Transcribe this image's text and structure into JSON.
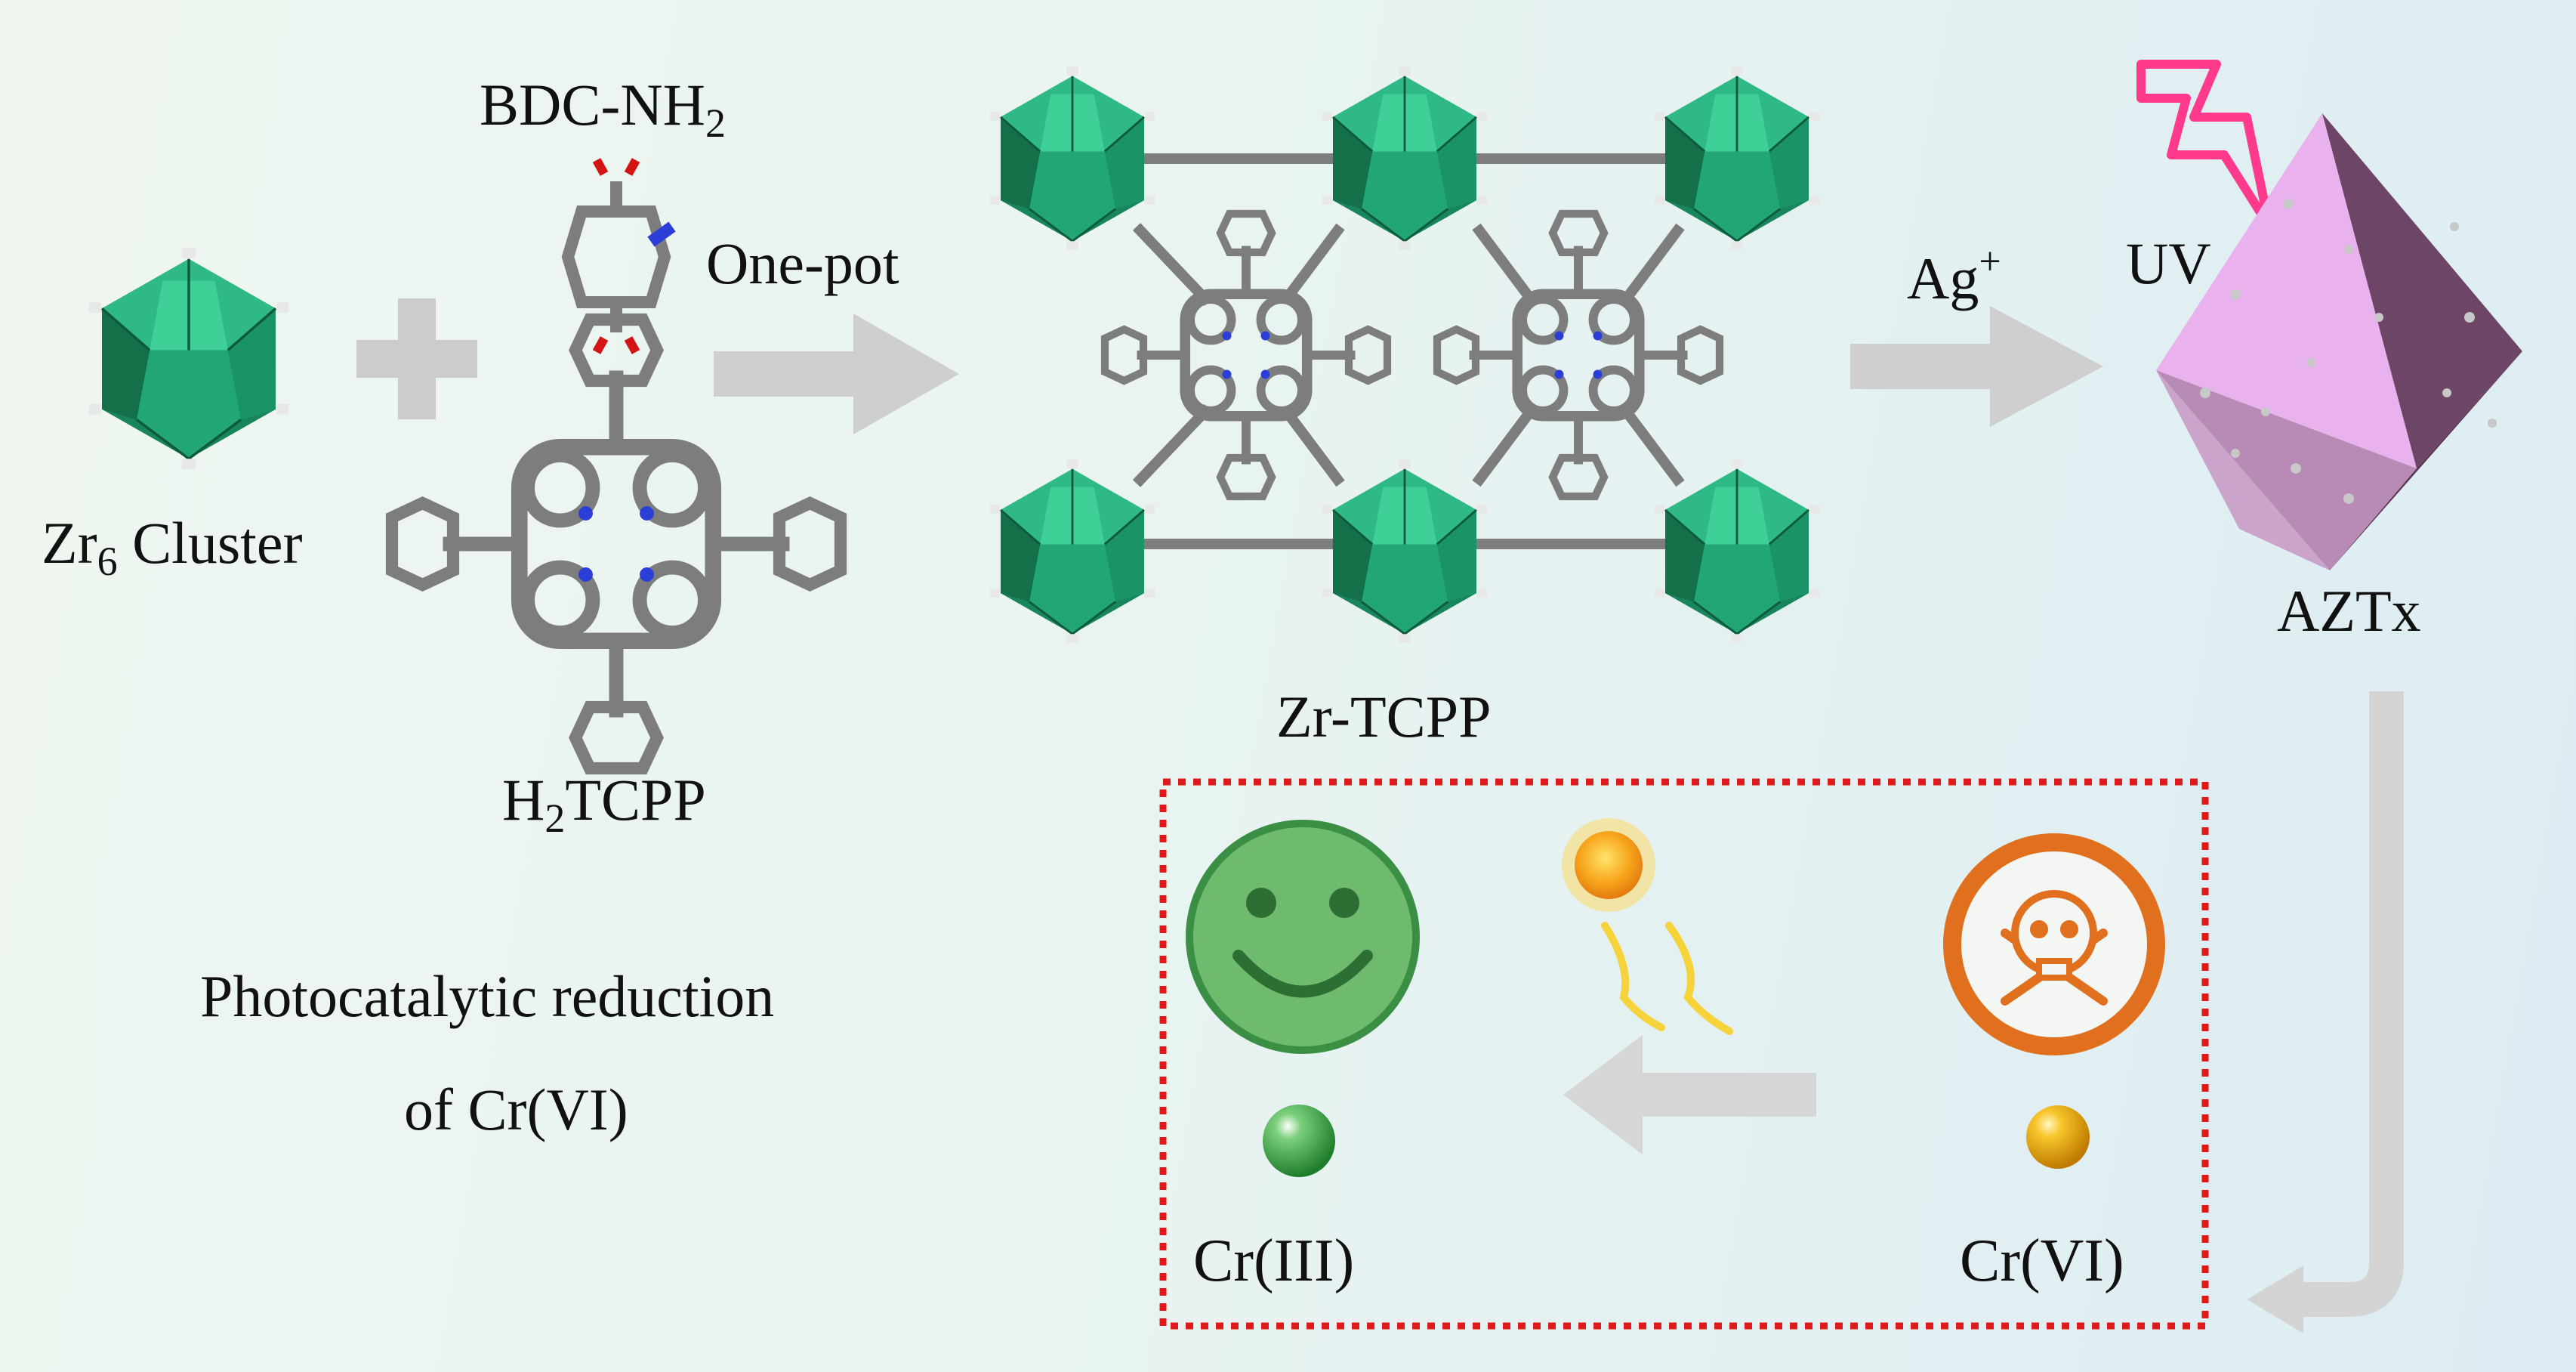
{
  "labels": {
    "bdc_main": "BDC-NH",
    "bdc_sub": "2",
    "zr6_main": "Zr",
    "zr6_sub": "6",
    "zr6_rest": " Cluster",
    "tcpp_pre": "H",
    "tcpp_sub": "2",
    "tcpp_rest": "TCPP",
    "one_pot": "One-pot",
    "zr_tcpp": "Zr-TCPP",
    "ag_main": "Ag",
    "ag_sup": "+",
    "uv": "UV",
    "aztx": "AZTx",
    "photo_line1": "Photocatalytic reduction",
    "photo_line2": "of Cr(VI)",
    "cr3": "Cr(III)",
    "cr6": "Cr(VI)"
  },
  "colors": {
    "cluster_green": "#1f9e6e",
    "arrow_gray": "#cfcfcf",
    "octa_pink": "#e6a6e6",
    "octa_dark": "#6c4563",
    "dotted_box": "#e01a1a",
    "smiley_green": "#4aa85a",
    "skull_orange": "#e0701e",
    "sun_yellow": "#f5b521",
    "lightning": "#ff3a8c"
  },
  "icons": [
    "zr6-cluster-icon",
    "plus-icon",
    "bdc-nh2-molecule-icon",
    "tcpp-molecule-icon",
    "zr-tcpp-framework-icon",
    "octahedron-icon",
    "lightning-icon",
    "sun-icon",
    "smiley-icon",
    "skull-icon",
    "cr3-sphere-icon",
    "cr6-sphere-icon"
  ]
}
